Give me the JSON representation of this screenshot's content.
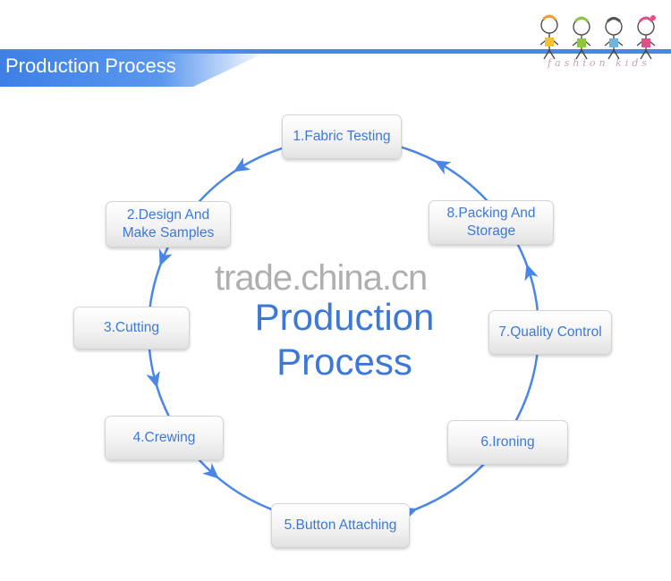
{
  "header": {
    "title": "Production Process"
  },
  "center": {
    "title_line1": "Production",
    "title_line2": "Process"
  },
  "watermark": "trade.china.cn",
  "logo": {
    "text": "fashion kids",
    "icon": "kids-logo-icon"
  },
  "steps": [
    {
      "id": "fabric-testing",
      "line1": "1.Fabric Testing",
      "line2": ""
    },
    {
      "id": "design-samples",
      "line1": "2.Design And",
      "line2": "Make Samples"
    },
    {
      "id": "cutting",
      "line1": "3.Cutting",
      "line2": ""
    },
    {
      "id": "crewing",
      "line1": "4.Crewing",
      "line2": ""
    },
    {
      "id": "button-attaching",
      "line1": "5.Button Attaching",
      "line2": ""
    },
    {
      "id": "ironing",
      "line1": "6.Ironing",
      "line2": ""
    },
    {
      "id": "quality-control",
      "line1": "7.Quality Control",
      "line2": ""
    },
    {
      "id": "packing-storage",
      "line1": "8.Packing And",
      "line2": "Storage"
    }
  ],
  "colors": {
    "accent": "#3c78d8",
    "arrow": "#4a86e8",
    "banner": "#4a86e8"
  }
}
